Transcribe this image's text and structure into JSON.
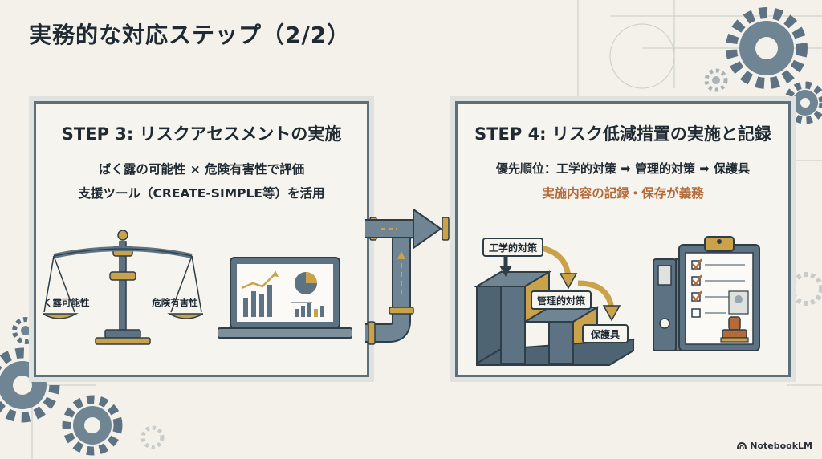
{
  "title": "実務的な対応ステップ（2/2）",
  "step3": {
    "title": "STEP 3: リスクアセスメントの実施",
    "line1": "ばく露の可能性 × 危険有害性で評価",
    "line2": "支援ツール（CREATE-SIMPLE等）を活用",
    "scale_left_label": "ばく露可能性",
    "scale_right_label": "危険有害性"
  },
  "step4": {
    "title": "STEP 4: リスク低減措置の実施と記録",
    "line1": "優先順位：工学的対策 ➡ 管理的対策 ➡ 保護具",
    "line2": "実施内容の記録・保存が義務",
    "stair_labels": [
      "工学的対策",
      "管理的対策",
      "保護具"
    ]
  },
  "brand": "NotebookLM",
  "colors": {
    "background": "#f3f1ea",
    "ink": "#1f2a33",
    "panel_border": "#5d6f7b",
    "accent": "#b56a3a",
    "gold": "#c9a24a",
    "steel": "#5d7282"
  },
  "icons": [
    "gear-icon",
    "balance-scale-icon",
    "laptop-chart-icon",
    "pipe-arrow-icon",
    "staircase-icon",
    "binder-icon",
    "clipboard-checklist-icon",
    "stamp-icon"
  ]
}
